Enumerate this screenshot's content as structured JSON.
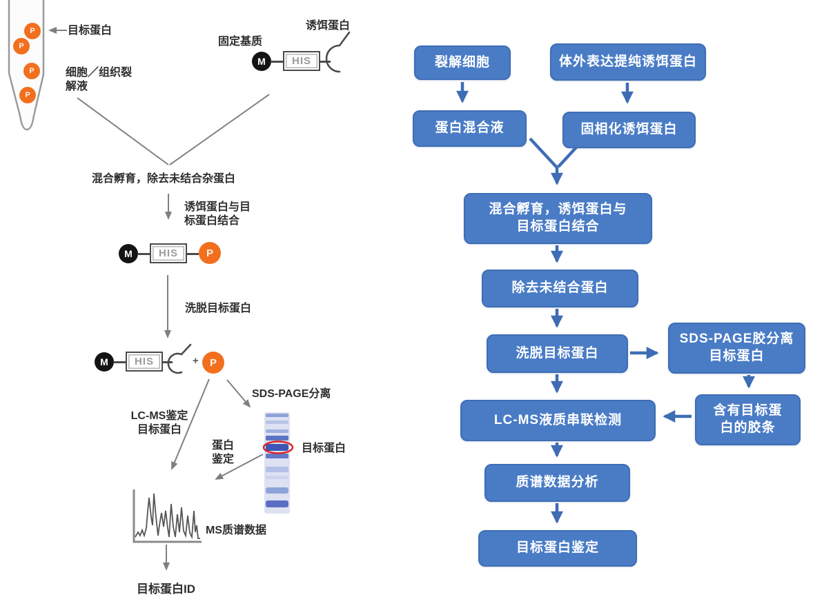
{
  "colors": {
    "box_blue": "#4A7CC6",
    "box_border": "#3E6DB5",
    "arrow_blue": "#3E6DB5",
    "protein_orange": "#F26F1D",
    "line_gray": "#7F7F7F",
    "highlight_red": "#DD2222"
  },
  "left_diagram": {
    "labels": {
      "tube_target": "目标蛋白",
      "lysate": "细胞／组织裂\n解液",
      "fixed_matrix": "固定基质",
      "bait_protein": "诱饵蛋白",
      "mix_incubate": "混合孵育，除去未结合杂蛋白",
      "bait_binds_target": "诱饵蛋白与目\n标蛋白结合",
      "elute_target": "洗脱目标蛋白",
      "lcms_identify": "LC-MS鉴定\n目标蛋白",
      "sds_page": "SDS-PAGE分离",
      "protein_identify": "蛋白\n鉴定",
      "gel_target": "目标蛋白",
      "ms_data": "MS质谱数据",
      "target_id": "目标蛋白ID"
    },
    "glyphs": {
      "matrix_letter": "M",
      "his_tag": "HIS",
      "protein_letter": "P",
      "plus": "+"
    }
  },
  "flowchart": {
    "boxes": [
      {
        "id": "lyse-cells",
        "label": "裂解细胞"
      },
      {
        "id": "invitro-bait",
        "label": "体外表达提纯诱饵蛋白"
      },
      {
        "id": "protein-mixture",
        "label": "蛋白混合液"
      },
      {
        "id": "immobilized-bait",
        "label": "固相化诱饵蛋白"
      },
      {
        "id": "mix-incubate",
        "label": "混合孵育，诱饵蛋白与\n目标蛋白结合"
      },
      {
        "id": "remove-unbound",
        "label": "除去未结合蛋白"
      },
      {
        "id": "elute-target",
        "label": "洗脱目标蛋白"
      },
      {
        "id": "sds-page-separate",
        "label": "SDS-PAGE胶分离\n目标蛋白"
      },
      {
        "id": "lcms-detect",
        "label": "LC-MS液质串联检测"
      },
      {
        "id": "gel-strip",
        "label": "含有目标蛋\n白的胶条"
      },
      {
        "id": "ms-analysis",
        "label": "质谱数据分析"
      },
      {
        "id": "target-identify",
        "label": "目标蛋白鉴定"
      }
    ]
  }
}
